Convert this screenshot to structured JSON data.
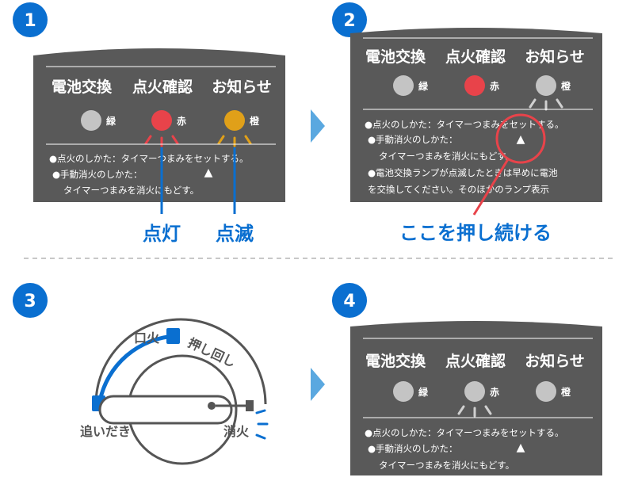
{
  "steps": [
    "1",
    "2",
    "3",
    "4"
  ],
  "panel": {
    "headers": [
      "電池交換",
      "点火確認",
      "お知らせ"
    ],
    "lamps": [
      "緑",
      "赤",
      "橙"
    ],
    "note_ignite": "●点火のしかた：タイマーつまみをセットする。",
    "note_off": "●手動消火のしかた：",
    "note_off_detail": "タイマーつまみを消火にもどす。",
    "triangle": "▲",
    "note_battery_1": "●電池交換ランプが点滅したときは早めに電池",
    "note_battery_2": "を交換してください。そのほかのランプ表示"
  },
  "callouts": {
    "lit": "点灯",
    "blink": "点滅",
    "press": "ここを押し続ける"
  },
  "knob": {
    "ignite": "口火",
    "push_turn": "押し回し",
    "extinguish": "消火",
    "reheat": "追いだき"
  },
  "colors": {
    "panel": "#595959",
    "lamp_off": "#c4c4c4",
    "red": "#e8434a",
    "orange": "#e0a019",
    "blue": "#0a6fd0",
    "arrow": "#5aa8e0"
  }
}
